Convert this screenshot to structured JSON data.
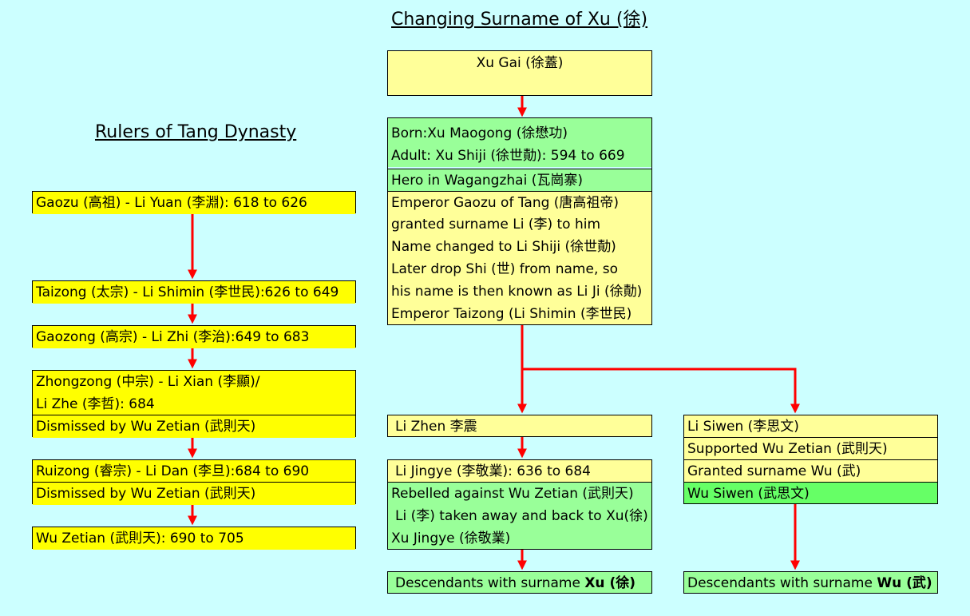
{
  "titles": {
    "main": "Changing Surname of Xu (徐)",
    "rulers": "Rulers of Tang Dynasty"
  },
  "rulers": {
    "gaozu": "Gaozu (高祖) - Li Yuan (李淵): 618 to 626",
    "taizong": "Taizong (太宗) - Li Shimin (李世民):626 to 649",
    "gaozong": "Gaozong (高宗) - Li Zhi (李治):649 to 683",
    "zhongzong_1": "Zhongzong (中宗) - Li Xian (李顯)/",
    "zhongzong_2": "Li Zhe (李哲): 684",
    "zhongzong_dismissed": "Dismissed by Wu Zetian (武則天)",
    "ruizong": "Ruizong (睿宗) - Li Dan (李旦):684 to 690",
    "ruizong_dismissed": "Dismissed by Wu Zetian (武則天)",
    "wu_zetian": "Wu Zetian (武則天): 690 to 705"
  },
  "xu_gai": "Xu Gai (徐蓋)",
  "xu_shiji": {
    "born": "Born:Xu Maogong (徐懋功)",
    "adult": "Adult: Xu Shiji (徐世勣): 594 to 669",
    "hero": "Hero in Wagangzhai (瓦崗寨)",
    "line1": "Emperor Gaozu of Tang (唐高祖帝)",
    "line2": "granted surname Li (李) to him",
    "line3": "Name changed to Li Shiji (徐世勣)",
    "line4": "Later drop Shi (世) from name, so",
    "line5": "his name is then known as Li Ji (徐勣)",
    "line6": "Emperor Taizong (Li Shimin (李世民)"
  },
  "li_zhen": "Li Zhen 李震",
  "li_jingye": {
    "name": "Li Jingye (李敬業): 636 to 684",
    "rebelled": "Rebelled against Wu Zetian (武則天)",
    "taken": "Li (李) taken away and back to Xu(徐)",
    "xu_jingye": "Xu Jingye (徐敬業)"
  },
  "li_siwen": {
    "name": "Li Siwen (李思文)",
    "supported": "Supported Wu Zetian (武則天)",
    "granted": "Granted surname Wu (武)",
    "wu_siwen": "Wu Siwen (武思文)"
  },
  "descendants": {
    "xu_prefix": "Descendants with surname ",
    "xu_surname": "Xu (徐)",
    "wu_prefix": "Descendants with surname ",
    "wu_surname": "Wu (武)"
  },
  "colors": {
    "background": "#ccffff",
    "ruler_yellow": "#ffff00",
    "light_yellow": "#ffff99",
    "light_green": "#99ff99",
    "bright_green": "#66ff66",
    "arrow_red": "#ff0000"
  }
}
